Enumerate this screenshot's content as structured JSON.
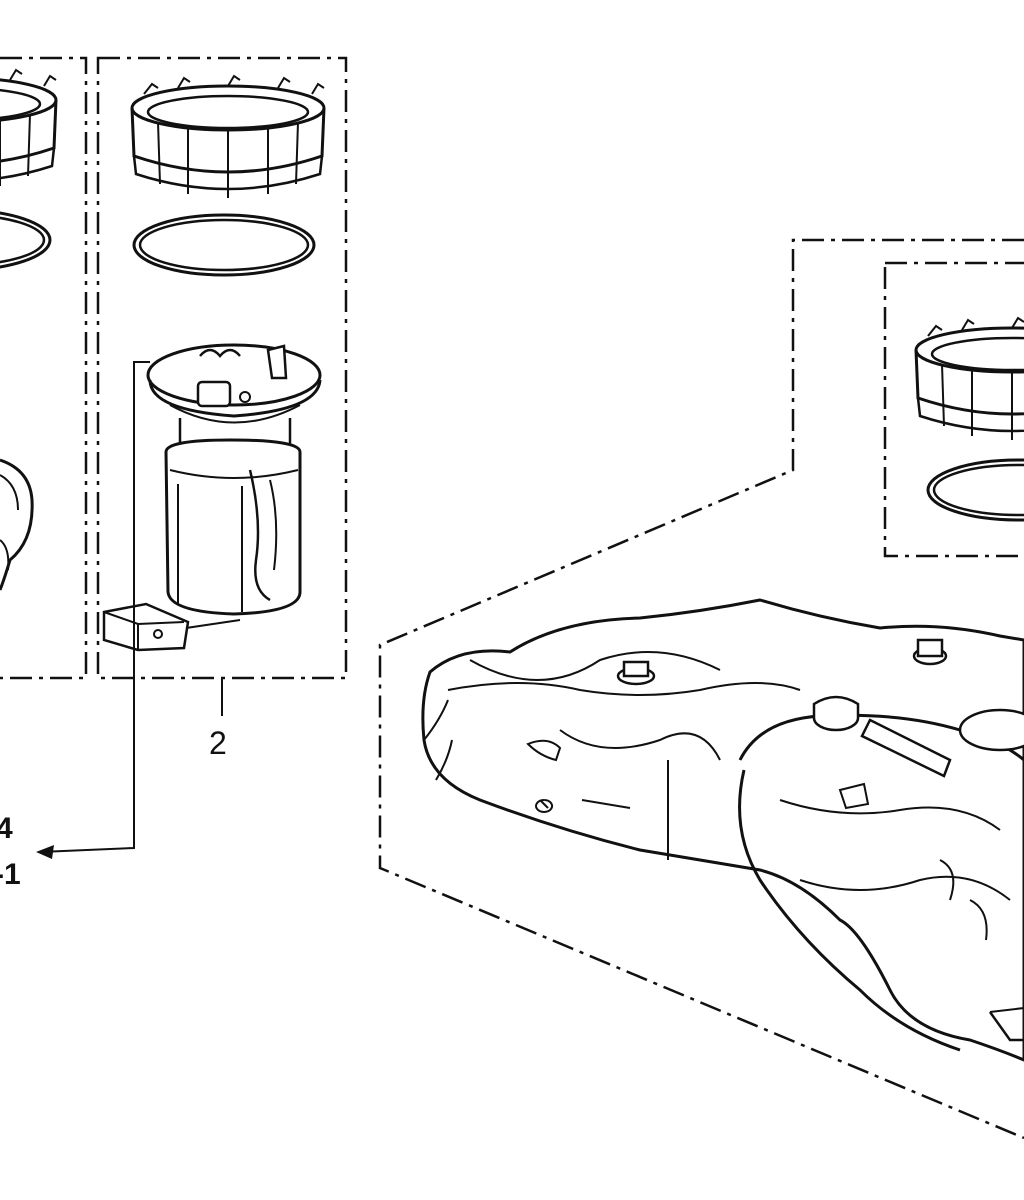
{
  "callouts": {
    "part_2": "2",
    "ref_top": "4",
    "ref_bottom": "-1"
  },
  "colors": {
    "line": "#111111",
    "background": "#ffffff"
  }
}
